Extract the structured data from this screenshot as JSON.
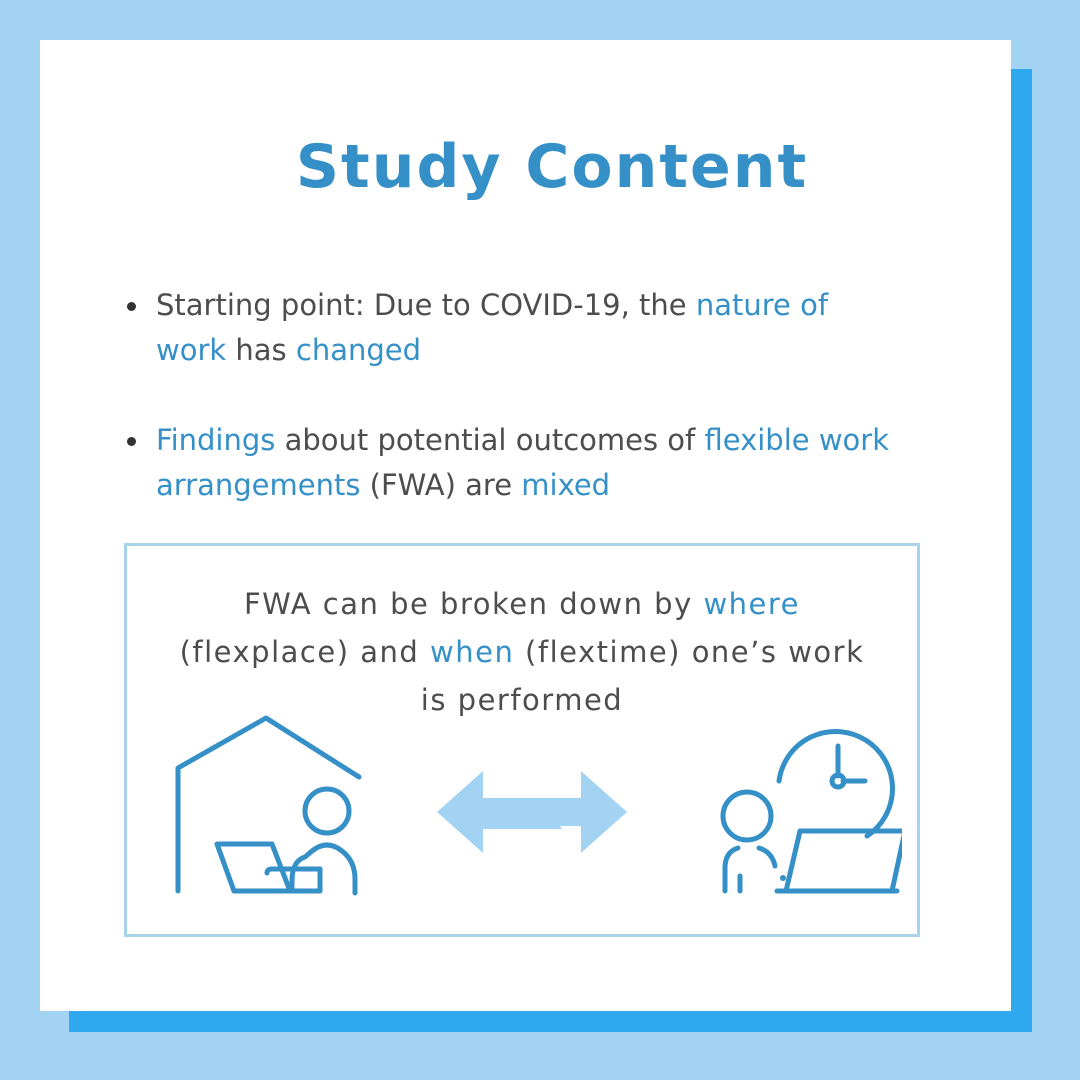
{
  "title": "Study Content",
  "bullets": [
    {
      "parts": [
        {
          "text": "Starting point: Due to COVID-19, the ",
          "highlight": false
        },
        {
          "text": "nature of",
          "highlight": true
        },
        {
          "text": "work",
          "highlight": true
        },
        {
          "text": " has ",
          "highlight": false
        },
        {
          "text": "changed",
          "highlight": true
        }
      ]
    },
    {
      "parts": [
        {
          "text": "Findings",
          "highlight": true
        },
        {
          "text": " about potential outcomes of ",
          "highlight": false
        },
        {
          "text": "flexible work",
          "highlight": true
        },
        {
          "text": "arrangements",
          "highlight": true
        },
        {
          "text": " (FWA) are ",
          "highlight": false
        },
        {
          "text": "mixed",
          "highlight": true
        }
      ]
    }
  ],
  "info_box": {
    "text_parts": [
      {
        "text": "FWA can be broken down by ",
        "highlight": false
      },
      {
        "text": "where",
        "highlight": true
      },
      {
        "text": "(flexplace) and ",
        "highlight": false
      },
      {
        "text": "when",
        "highlight": true
      },
      {
        "text": " (flextime) one’s work",
        "highlight": false
      },
      {
        "text": "is performed",
        "highlight": false
      }
    ]
  },
  "icons": {
    "left": "home-office-laptop-icon",
    "center": "swap-arrows-icon",
    "right": "clock-worker-laptop-icon"
  },
  "colors": {
    "background": "#a3d3f3",
    "card_shadow": "#2ea8ef",
    "accent": "#3590c8",
    "text": "#4d4d4d",
    "arrow": "#a3d3f3",
    "box_border": "#a9d2ec"
  }
}
